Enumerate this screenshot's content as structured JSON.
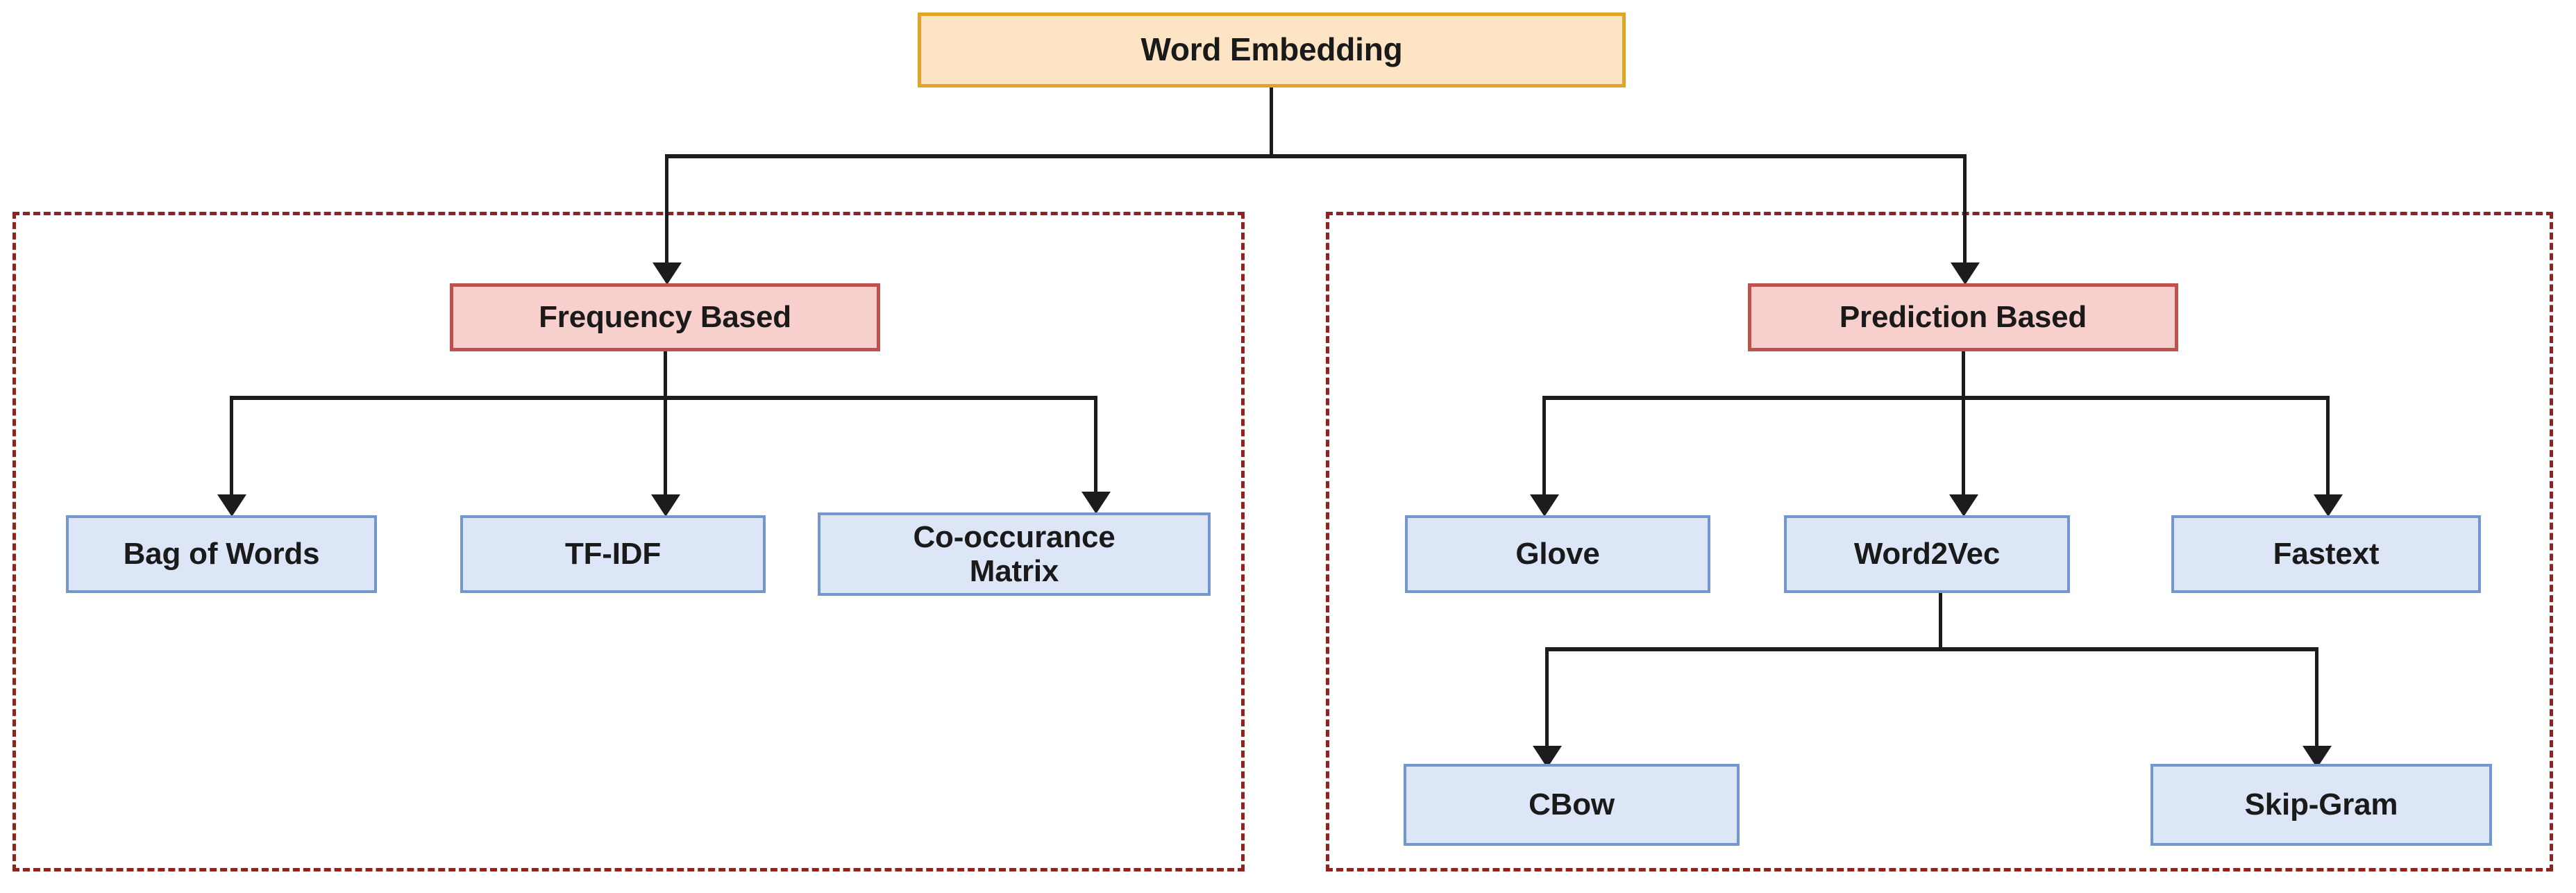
{
  "diagram": {
    "title": "Word Embedding",
    "root": {
      "id": "word-embedding",
      "label": "Word Embedding",
      "fill": "#fce4c4",
      "stroke": "#e0a526"
    },
    "groups": [
      {
        "id": "frequency-group",
        "stroke": "#8f2320",
        "style": "dashed"
      },
      {
        "id": "prediction-group",
        "stroke": "#8f2320",
        "style": "dashed"
      }
    ],
    "categories": [
      {
        "id": "frequency-based",
        "label": "Frequency Based",
        "fill": "#f7cfcd",
        "stroke": "#c0504d",
        "children": [
          "bag-of-words",
          "tf-idf",
          "co-occurance-matrix"
        ]
      },
      {
        "id": "prediction-based",
        "label": "Prediction Based",
        "fill": "#f7cfcd",
        "stroke": "#c0504d",
        "children": [
          "glove",
          "word2vec",
          "fastext"
        ]
      }
    ],
    "leaves": [
      {
        "id": "bag-of-words",
        "label": "Bag of Words",
        "fill": "#dce6f6",
        "stroke": "#7396cd"
      },
      {
        "id": "tf-idf",
        "label": "TF-IDF",
        "fill": "#dce6f6",
        "stroke": "#7396cd"
      },
      {
        "id": "co-occurance-matrix",
        "label": "Co-occurance Matrix",
        "line1": "Co-occurance",
        "line2": "Matrix",
        "fill": "#dce6f6",
        "stroke": "#7396cd"
      },
      {
        "id": "glove",
        "label": "Glove",
        "fill": "#dce6f6",
        "stroke": "#7396cd"
      },
      {
        "id": "word2vec",
        "label": "Word2Vec",
        "fill": "#dce6f6",
        "stroke": "#7396cd",
        "children": [
          "cbow",
          "skip-gram"
        ]
      },
      {
        "id": "fastext",
        "label": "Fastext",
        "fill": "#dce6f6",
        "stroke": "#7396cd"
      },
      {
        "id": "cbow",
        "label": "CBow",
        "fill": "#dce6f6",
        "stroke": "#7396cd"
      },
      {
        "id": "skip-gram",
        "label": "Skip-Gram",
        "fill": "#dce6f6",
        "stroke": "#7396cd"
      }
    ],
    "edge_color": "#1c1c1c",
    "background": "#ffffff"
  }
}
